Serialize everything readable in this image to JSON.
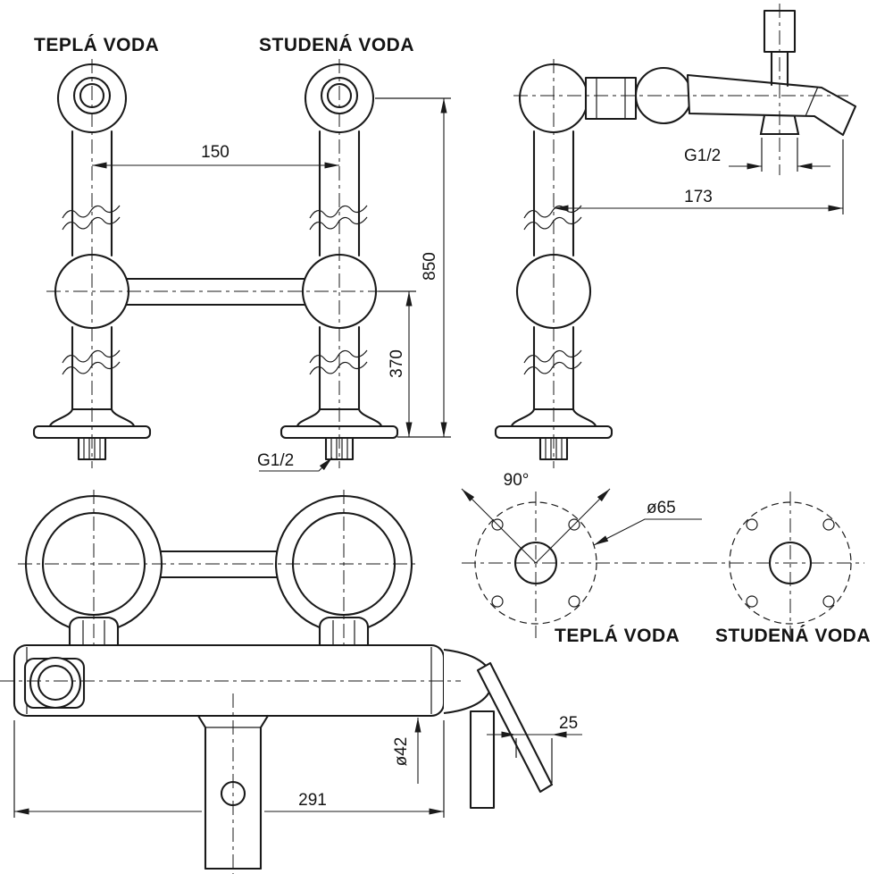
{
  "stroke_color": "#1a1a1a",
  "background": "#ffffff",
  "front_view": {
    "label_hot": "TEPLÁ VODA",
    "label_cold": "STUDENÁ VODA",
    "dim_center_spacing": "150",
    "dim_total_height": "850",
    "dim_riser_height": "370",
    "dim_thread": "G1/2"
  },
  "side_view": {
    "dim_thread": "G1/2",
    "dim_depth": "173"
  },
  "assembled_view": {
    "dim_body_diameter": "ø42",
    "dim_lever_offset": "25",
    "dim_width": "291"
  },
  "top_view": {
    "dim_angle": "90°",
    "dim_flange_diameter": "ø65",
    "label_hot": "TEPLÁ VODA",
    "label_cold": "STUDENÁ VODA"
  }
}
